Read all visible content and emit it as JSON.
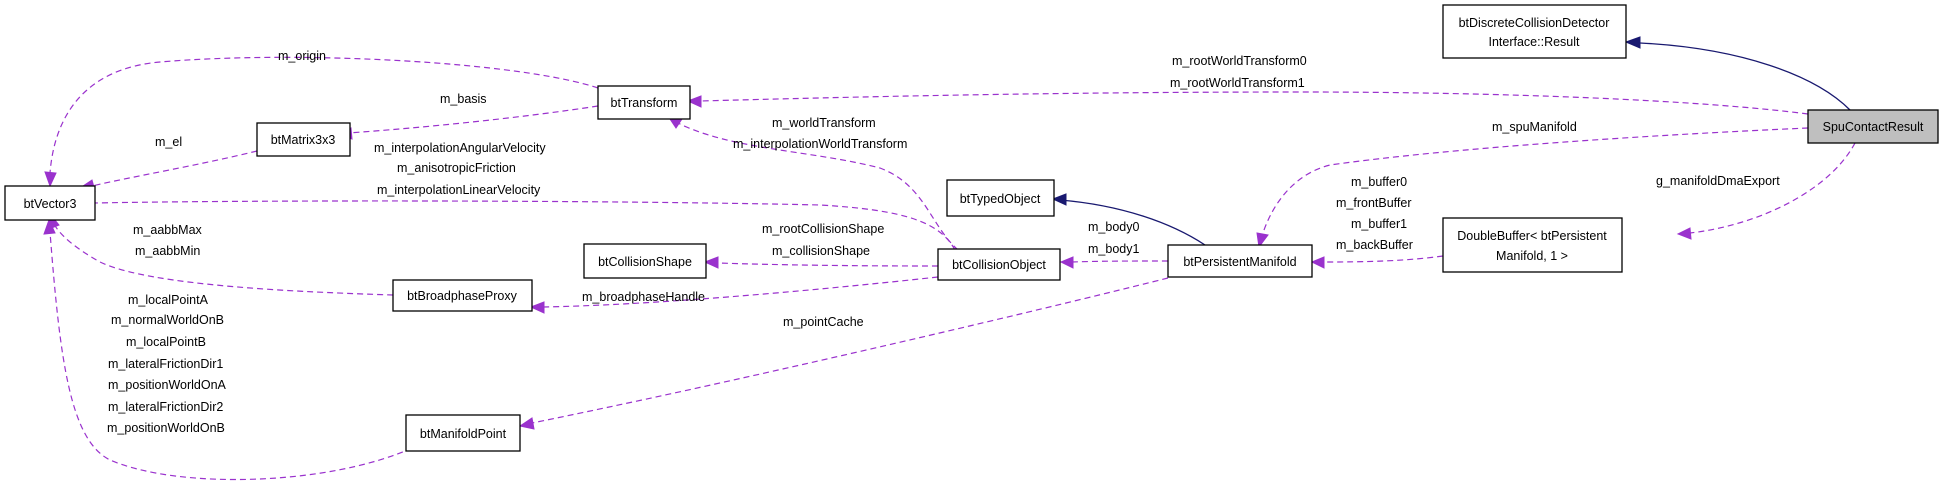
{
  "colors": {
    "usage_edge": "#9a32cd",
    "inherit_edge": "#191970",
    "current_node_fill": "#bfbfbf"
  },
  "nodes": {
    "btVector3": "btVector3",
    "btMatrix3x3": "btMatrix3x3",
    "btTransform": "btTransform",
    "btTypedObject": "btTypedObject",
    "btCollisionShape": "btCollisionShape",
    "btCollisionObject": "btCollisionObject",
    "btBroadphaseProxy": "btBroadphaseProxy",
    "btPersistentManifold": "btPersistentManifold",
    "btManifoldPoint": "btManifoldPoint",
    "SpuContactResult": "SpuContactResult",
    "btDiscrete_line1": "btDiscreteCollisionDetector",
    "btDiscrete_line2": "Interface::Result",
    "DoubleBuffer_line1": "DoubleBuffer< btPersistent",
    "DoubleBuffer_line2": "Manifold, 1 >"
  },
  "labels": {
    "m_origin": "m_origin",
    "m_basis": "m_basis",
    "m_el": "m_el",
    "m_rootWorldTransform0": "m_rootWorldTransform0",
    "m_rootWorldTransform1": "m_rootWorldTransform1",
    "m_worldTransform": "m_worldTransform",
    "m_interpolationWorldTransform": "m_interpolationWorldTransform",
    "m_interpolationAngularVelocity": "m_interpolationAngularVelocity",
    "m_anisotropicFriction": "m_anisotropicFriction",
    "m_interpolationLinearVelocity": "m_interpolationLinearVelocity",
    "m_aabbMax": "m_aabbMax",
    "m_aabbMin": "m_aabbMin",
    "m_localPointA": "m_localPointA",
    "m_normalWorldOnB": "m_normalWorldOnB",
    "m_localPointB": "m_localPointB",
    "m_lateralFrictionDir1": "m_lateralFrictionDir1",
    "m_positionWorldOnA": "m_positionWorldOnA",
    "m_lateralFrictionDir2": "m_lateralFrictionDir2",
    "m_positionWorldOnB": "m_positionWorldOnB",
    "m_rootCollisionShape": "m_rootCollisionShape",
    "m_collisionShape": "m_collisionShape",
    "m_broadphaseHandle": "m_broadphaseHandle",
    "m_body0": "m_body0",
    "m_body1": "m_body1",
    "m_pointCache": "m_pointCache",
    "m_spuManifold": "m_spuManifold",
    "m_buffer0": "m_buffer0",
    "m_frontBuffer": "m_frontBuffer",
    "m_buffer1": "m_buffer1",
    "m_backBuffer": "m_backBuffer",
    "g_manifoldDmaExport": "g_manifoldDmaExport"
  }
}
